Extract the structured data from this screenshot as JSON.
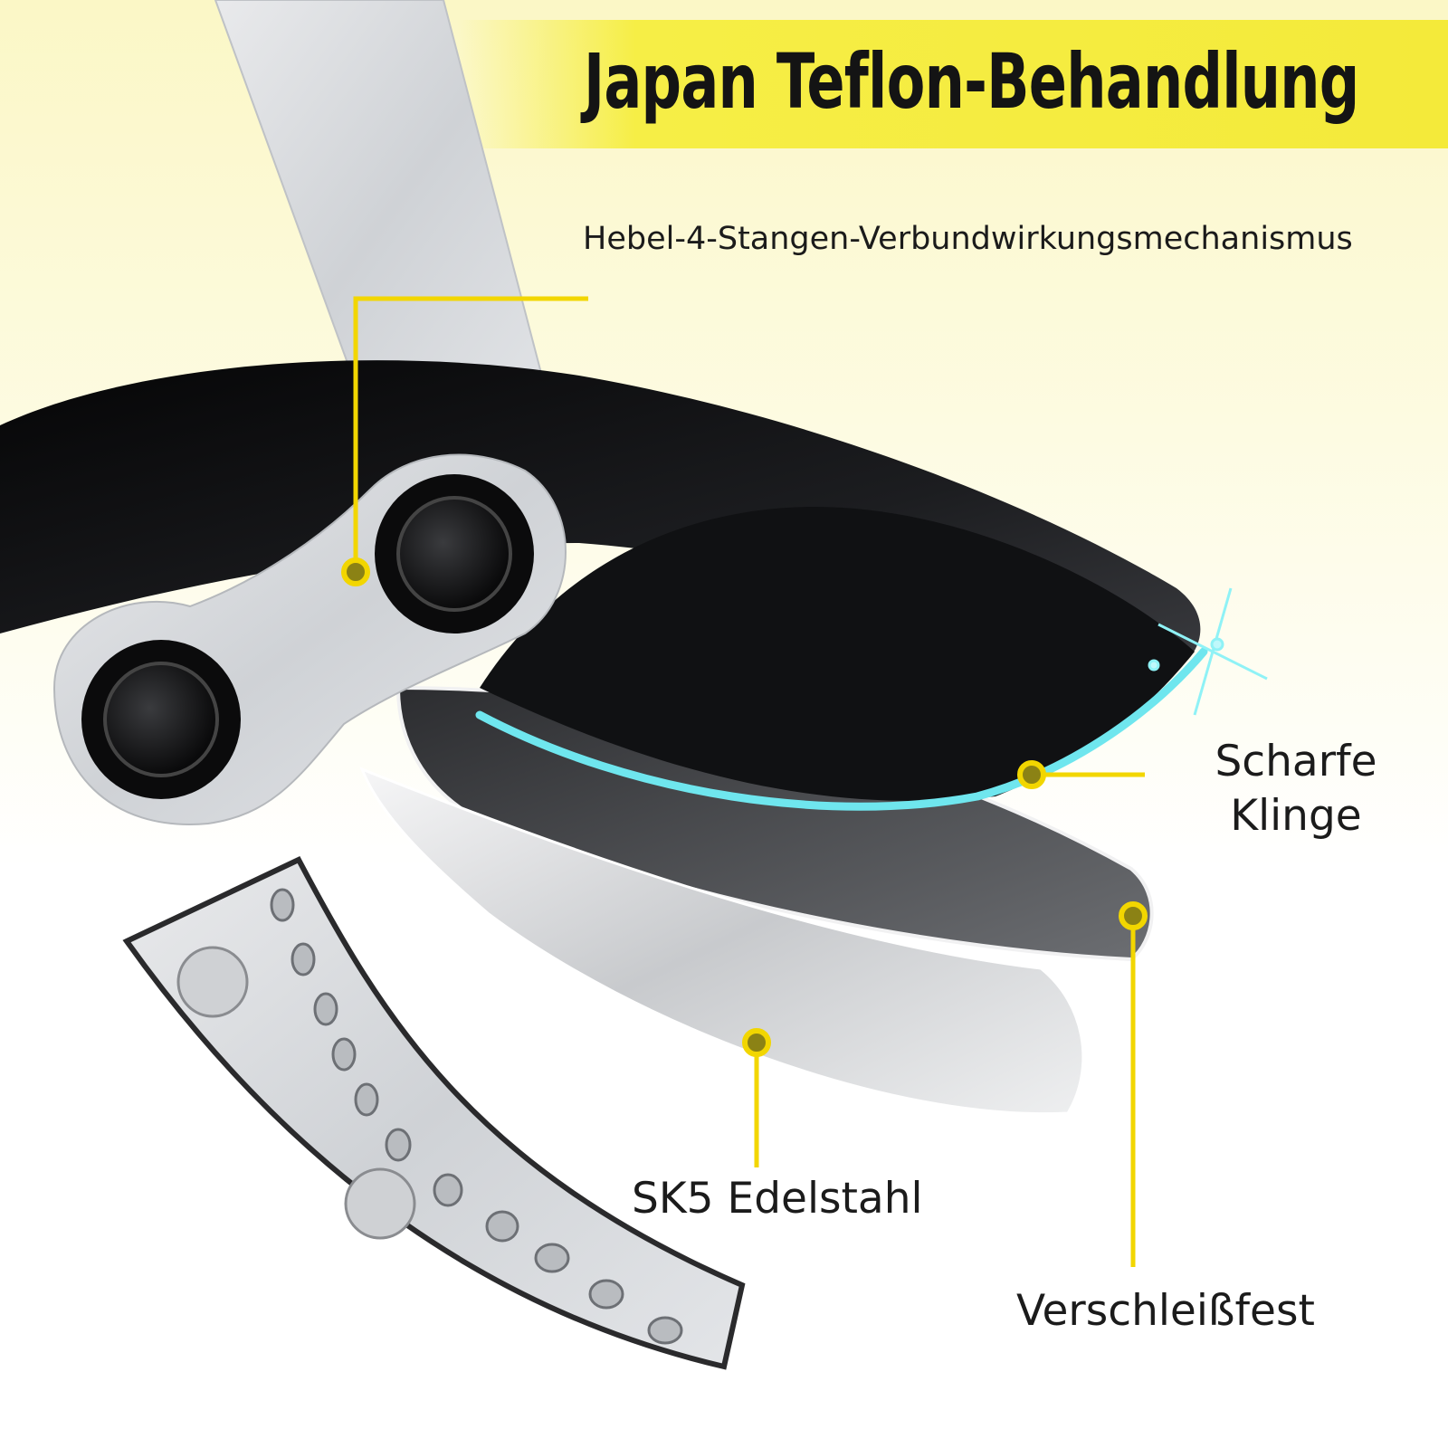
{
  "heading": {
    "title": "Japan Teflon-Behandlung",
    "subtitle": "Hebel-4-Stangen-Verbundwirkungsmechanismus"
  },
  "callouts": {
    "sharp_blade_line1": "Scharfe",
    "sharp_blade_line2": "Klinge",
    "steel": "SK5 Edelstahl",
    "wear": "Verschleißfest"
  },
  "colors": {
    "accent_yellow": "#f4ea3a",
    "callout_line": "#f2d600",
    "blade_black": "#0d0d0f",
    "handle_silver": "#d9dbde",
    "edge_glow": "#6fe6ee"
  }
}
